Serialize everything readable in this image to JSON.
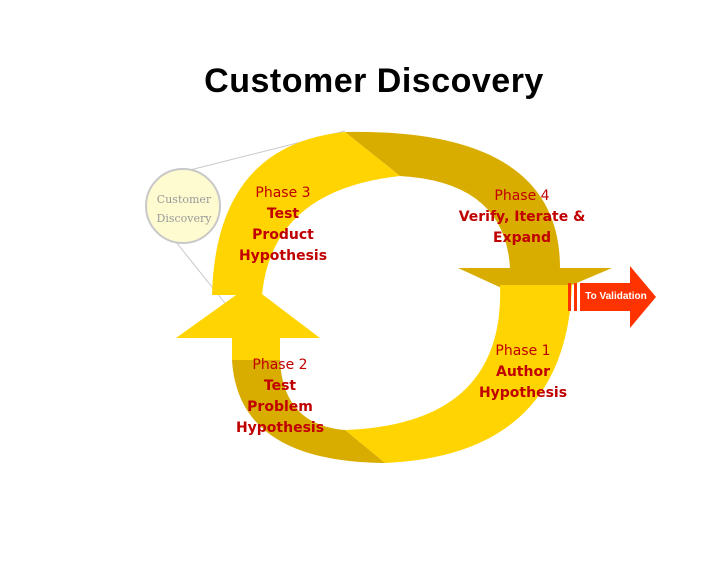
{
  "title": "Customer Discovery",
  "circle_label": "Customer Discovery",
  "validation_label": "To Validation",
  "phases": [
    {
      "phase": "Phase 1",
      "name": "Author\nHypothesis"
    },
    {
      "phase": "Phase 2",
      "name": "Test\nProblem\nHypothesis"
    },
    {
      "phase": "Phase 3",
      "name": "Test\nProduct\nHypothesis"
    },
    {
      "phase": "Phase 4",
      "name": "Verify, Iterate &\nExpand"
    }
  ],
  "colors": {
    "arrow_light": "#ffd400",
    "arrow_dark": "#d9ad00",
    "label_text": "#c00000",
    "validation_arrow": "#ff3300",
    "circle_fill": "#fffbd0"
  }
}
